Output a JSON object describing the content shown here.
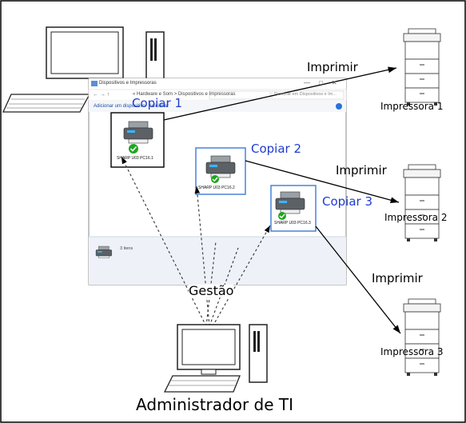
{
  "window": {
    "title": "Dispositivos e Impressoras",
    "breadcrumb": "« Hardware e Som > Dispositivos e Impressoras",
    "search_placeholder": "Procurar em Dispositivos e Im...",
    "toolbar_add_device": "Adicionar um dispositivo",
    "toolbar_add_printer": "Adicionar",
    "status_items": "3 itens",
    "printers": [
      {
        "label": "SHARP U03 PC16.1"
      },
      {
        "label": "SHARP U03 PC16.2"
      },
      {
        "label": "SHARP U03 PC16.3"
      }
    ]
  },
  "copies": [
    "Copiar 1",
    "Copiar 2",
    "Copiar 3"
  ],
  "print_label": "Imprimir",
  "management_label": "Gestão",
  "admin_label": "Administrador de TI",
  "printers_physical": [
    "Impressora 1",
    "Impressora 2",
    "Impressora 3"
  ],
  "colors": {
    "border": "#000000",
    "copy_text": "#1f3ccf",
    "selection": "#3a7bd5",
    "check_green": "#1fa61f"
  }
}
